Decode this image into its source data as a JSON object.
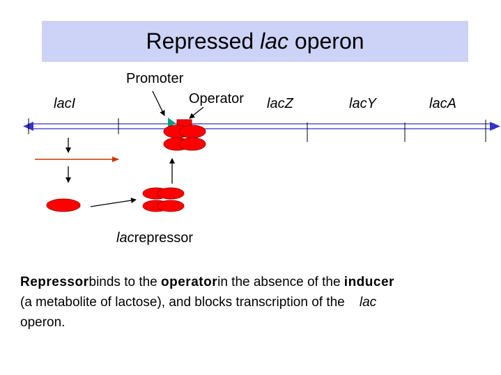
{
  "title": {
    "main": "Repressed ",
    "gene": "lac",
    "tail": " operon"
  },
  "labels": {
    "promoter": "Promoter",
    "operator": "Operator",
    "genes": [
      "lacI",
      "lacZ",
      "lacY",
      "lacA"
    ],
    "repressor_gene": "lac",
    "repressor_word": "repressor"
  },
  "caption": {
    "line1": [
      {
        "text": "Repressor",
        "style": "bold"
      },
      {
        "text": "binds to the ",
        "style": "normal"
      },
      {
        "text": "operator",
        "style": "bold"
      },
      {
        "text": "in the absence of the ",
        "style": "normal"
      },
      {
        "text": "inducer",
        "style": "bold"
      }
    ],
    "line2": [
      {
        "text": "(a metabolite of lactose), and blocks transcription of the ",
        "style": "normal"
      },
      {
        "text": "lac",
        "style": "italic"
      }
    ],
    "line3": [
      {
        "text": "operon.",
        "style": "normal"
      }
    ]
  },
  "colors": {
    "title_band": "#cdd2f7",
    "dna_strand": "#3333cc",
    "repressor_fill": "#ff0000",
    "repressor_stroke": "#aa0000",
    "promoter": "#00a080",
    "mrna_arrow": "#cc3300"
  }
}
